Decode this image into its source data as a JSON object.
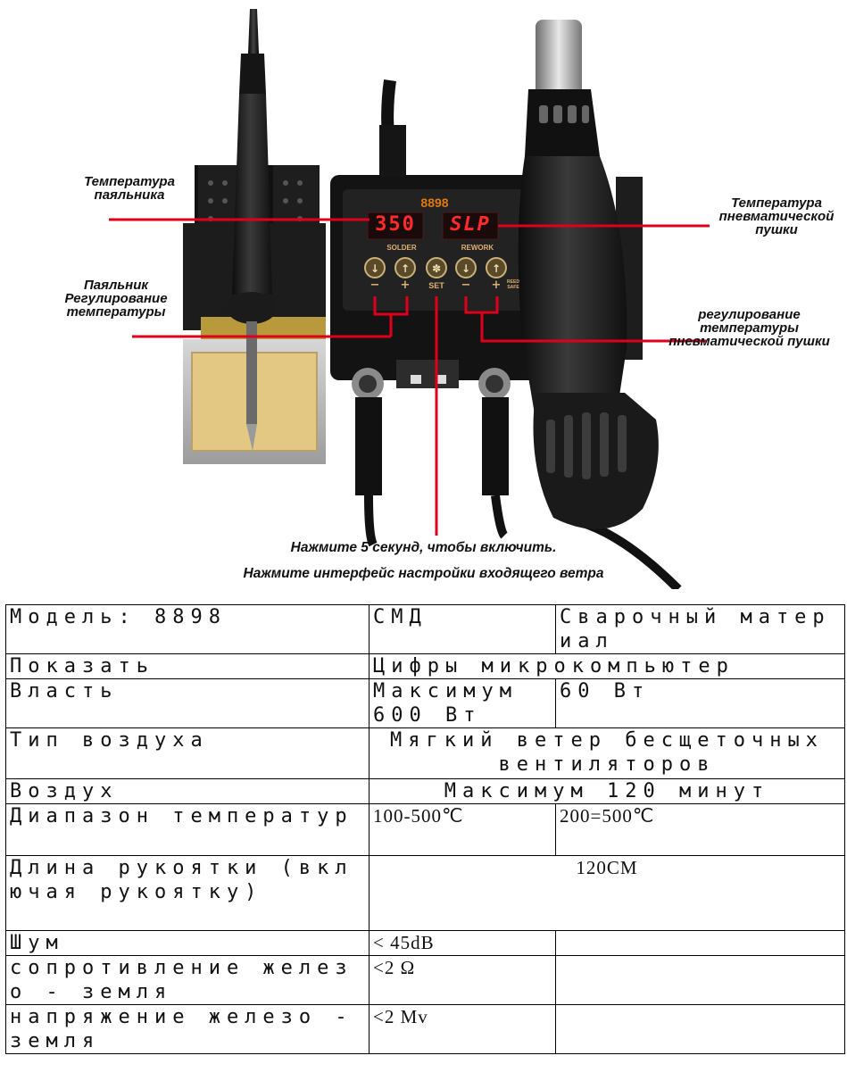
{
  "photo": {
    "model_badge": "8898",
    "solder_display": "350",
    "rework_display": "SLP",
    "solder_label": "SOLDER",
    "rework_label": "REWORK",
    "set_label": "SET",
    "minus": "−",
    "plus": "+",
    "reed_label": "REED SAFE"
  },
  "callouts": {
    "iron_temp": "Температура паяльника",
    "gun_temp": "Температура пневматической пушки",
    "iron_adjust": "Паяльник Регулирование температуры",
    "gun_adjust": "регулирование температуры пневматической пушки",
    "press_5s": "Нажмите 5 секунд, чтобы включить.",
    "press_wind": "Нажмите интерфейс настройки входящего ветра"
  },
  "spec": {
    "r1": {
      "label": "Модель: 8898",
      "c2": "СМД",
      "c3": "Сварочный материал"
    },
    "r2": {
      "label": "Показать",
      "value": "Цифры микрокомпьютер"
    },
    "r3": {
      "label": "Власть",
      "c2": "Максимум 600 Вт",
      "c3": "60 Вт"
    },
    "r4": {
      "label": "Тип воздуха",
      "value": "Мягкий ветер бесщеточных вентиляторов"
    },
    "r5": {
      "label": "Воздух",
      "value": "Максимум 120 минут"
    },
    "r6": {
      "label": "Диапазон температур",
      "c2": "100-500℃",
      "c3": "200=500℃"
    },
    "r7": {
      "label": "Длина рукоятки (включая рукоятку)",
      "value": "120CM"
    },
    "r8": {
      "label": "Шум",
      "c2": "< 45dB",
      "c3": ""
    },
    "r9": {
      "label": "сопротивление железо - земля",
      "c2": "<2 Ω",
      "c3": ""
    },
    "r10": {
      "label": "напряжение железо - земля",
      "c2": "<2 Mv",
      "c3": ""
    }
  },
  "colors": {
    "callout_line": "#e0001b",
    "display_bg": "#1a0a0a",
    "display_digits": "#ff2a2a",
    "badge": "#e07a10"
  }
}
